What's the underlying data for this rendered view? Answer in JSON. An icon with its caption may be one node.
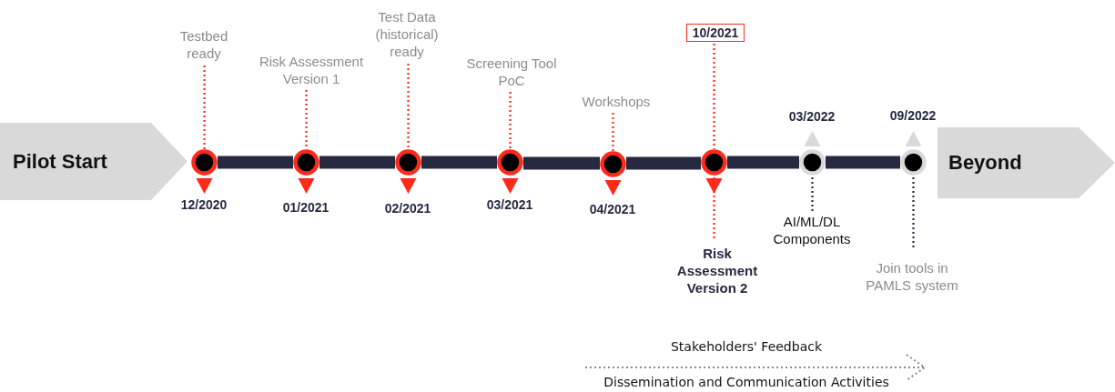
{
  "diagram": {
    "nodes": [
      {
        "text": [
          "Pilot Start"
        ]
      },
      {
        "text": [
          "Testbed ready"
        ]
      },
      {
        "text": [
          "Risk Assessment Version 1"
        ]
      },
      {
        "text": [
          "Test Data (historical) ready"
        ]
      },
      {
        "text": [
          "Screening Tool PoC"
        ]
      },
      {
        "text": [
          "Workshops"
        ]
      },
      {
        "text": [
          "10/2021"
        ]
      },
      {
        "text": [],
        "shape": "circle"
      },
      {
        "text": [],
        "shape": "circle"
      },
      {
        "text": [],
        "shape": "circle"
      },
      {
        "text": [],
        "shape": "circle"
      },
      {
        "text": [],
        "shape": "circle"
      },
      {
        "text": [],
        "shape": "circle"
      },
      {
        "text": [],
        "shape": "circle"
      },
      {
        "text": [],
        "shape": "circle"
      },
      {
        "text": [
          "Risk Assessment Version 2"
        ]
      },
      {
        "text": [
          "AI/ML/DL Components"
        ]
      },
      {
        "text": [
          "Join tools in PAMLS system"
        ]
      },
      {
        "text": [
          "Beyond"
        ]
      }
    ],
    "edges": [
      {
        "from": 1,
        "to": 7,
        "arrow": "none",
        "style": "dashed",
        "color": "#ff2a1a"
      },
      {
        "from": 2,
        "to": 8,
        "arrow": "none",
        "style": "dashed",
        "color": "#ff2a1a"
      },
      {
        "from": 3,
        "to": 9,
        "arrow": "none",
        "style": "dashed",
        "color": "#ff2a1a"
      },
      {
        "from": 4,
        "to": 10,
        "arrow": "none",
        "style": "dashed",
        "color": "#ff2a1a"
      },
      {
        "from": 5,
        "to": 11,
        "arrow": "none",
        "style": "dashed",
        "color": "#ff2a1a"
      },
      {
        "from": 6,
        "to": 12,
        "arrow": "none",
        "style": "dashed",
        "color": "#ff2a1a"
      },
      {
        "from": 12,
        "to": 15,
        "arrow": "none",
        "style": "dashed",
        "color": "#ff2a1a"
      },
      {
        "from": 13,
        "to": 16,
        "arrow": "none",
        "style": "dashed"
      },
      {
        "from": 14,
        "to": 17,
        "arrow": "none",
        "style": "dashed"
      },
      {
        "from": 7,
        "to": 8,
        "arrow": "none",
        "style": "thick"
      },
      {
        "from": 8,
        "to": 9,
        "arrow": "none",
        "style": "thick"
      },
      {
        "from": 9,
        "to": 10,
        "arrow": "none",
        "style": "thick"
      },
      {
        "from": 10,
        "to": 11,
        "arrow": "none",
        "style": "thick"
      },
      {
        "from": 11,
        "to": 12,
        "arrow": "none",
        "style": "thick"
      },
      {
        "from": 12,
        "to": 13,
        "arrow": "none",
        "style": "thick"
      },
      {
        "from": 13,
        "to": 14,
        "arrow": "none",
        "style": "thick"
      }
    ],
    "labels": [
      "12/2020",
      "01/2021",
      "02/2021",
      "03/2021",
      "04/2021",
      "03/2022",
      "09/2022",
      "Stakeholders' Feedback",
      "Dissemination and Communication Activities"
    ]
  }
}
